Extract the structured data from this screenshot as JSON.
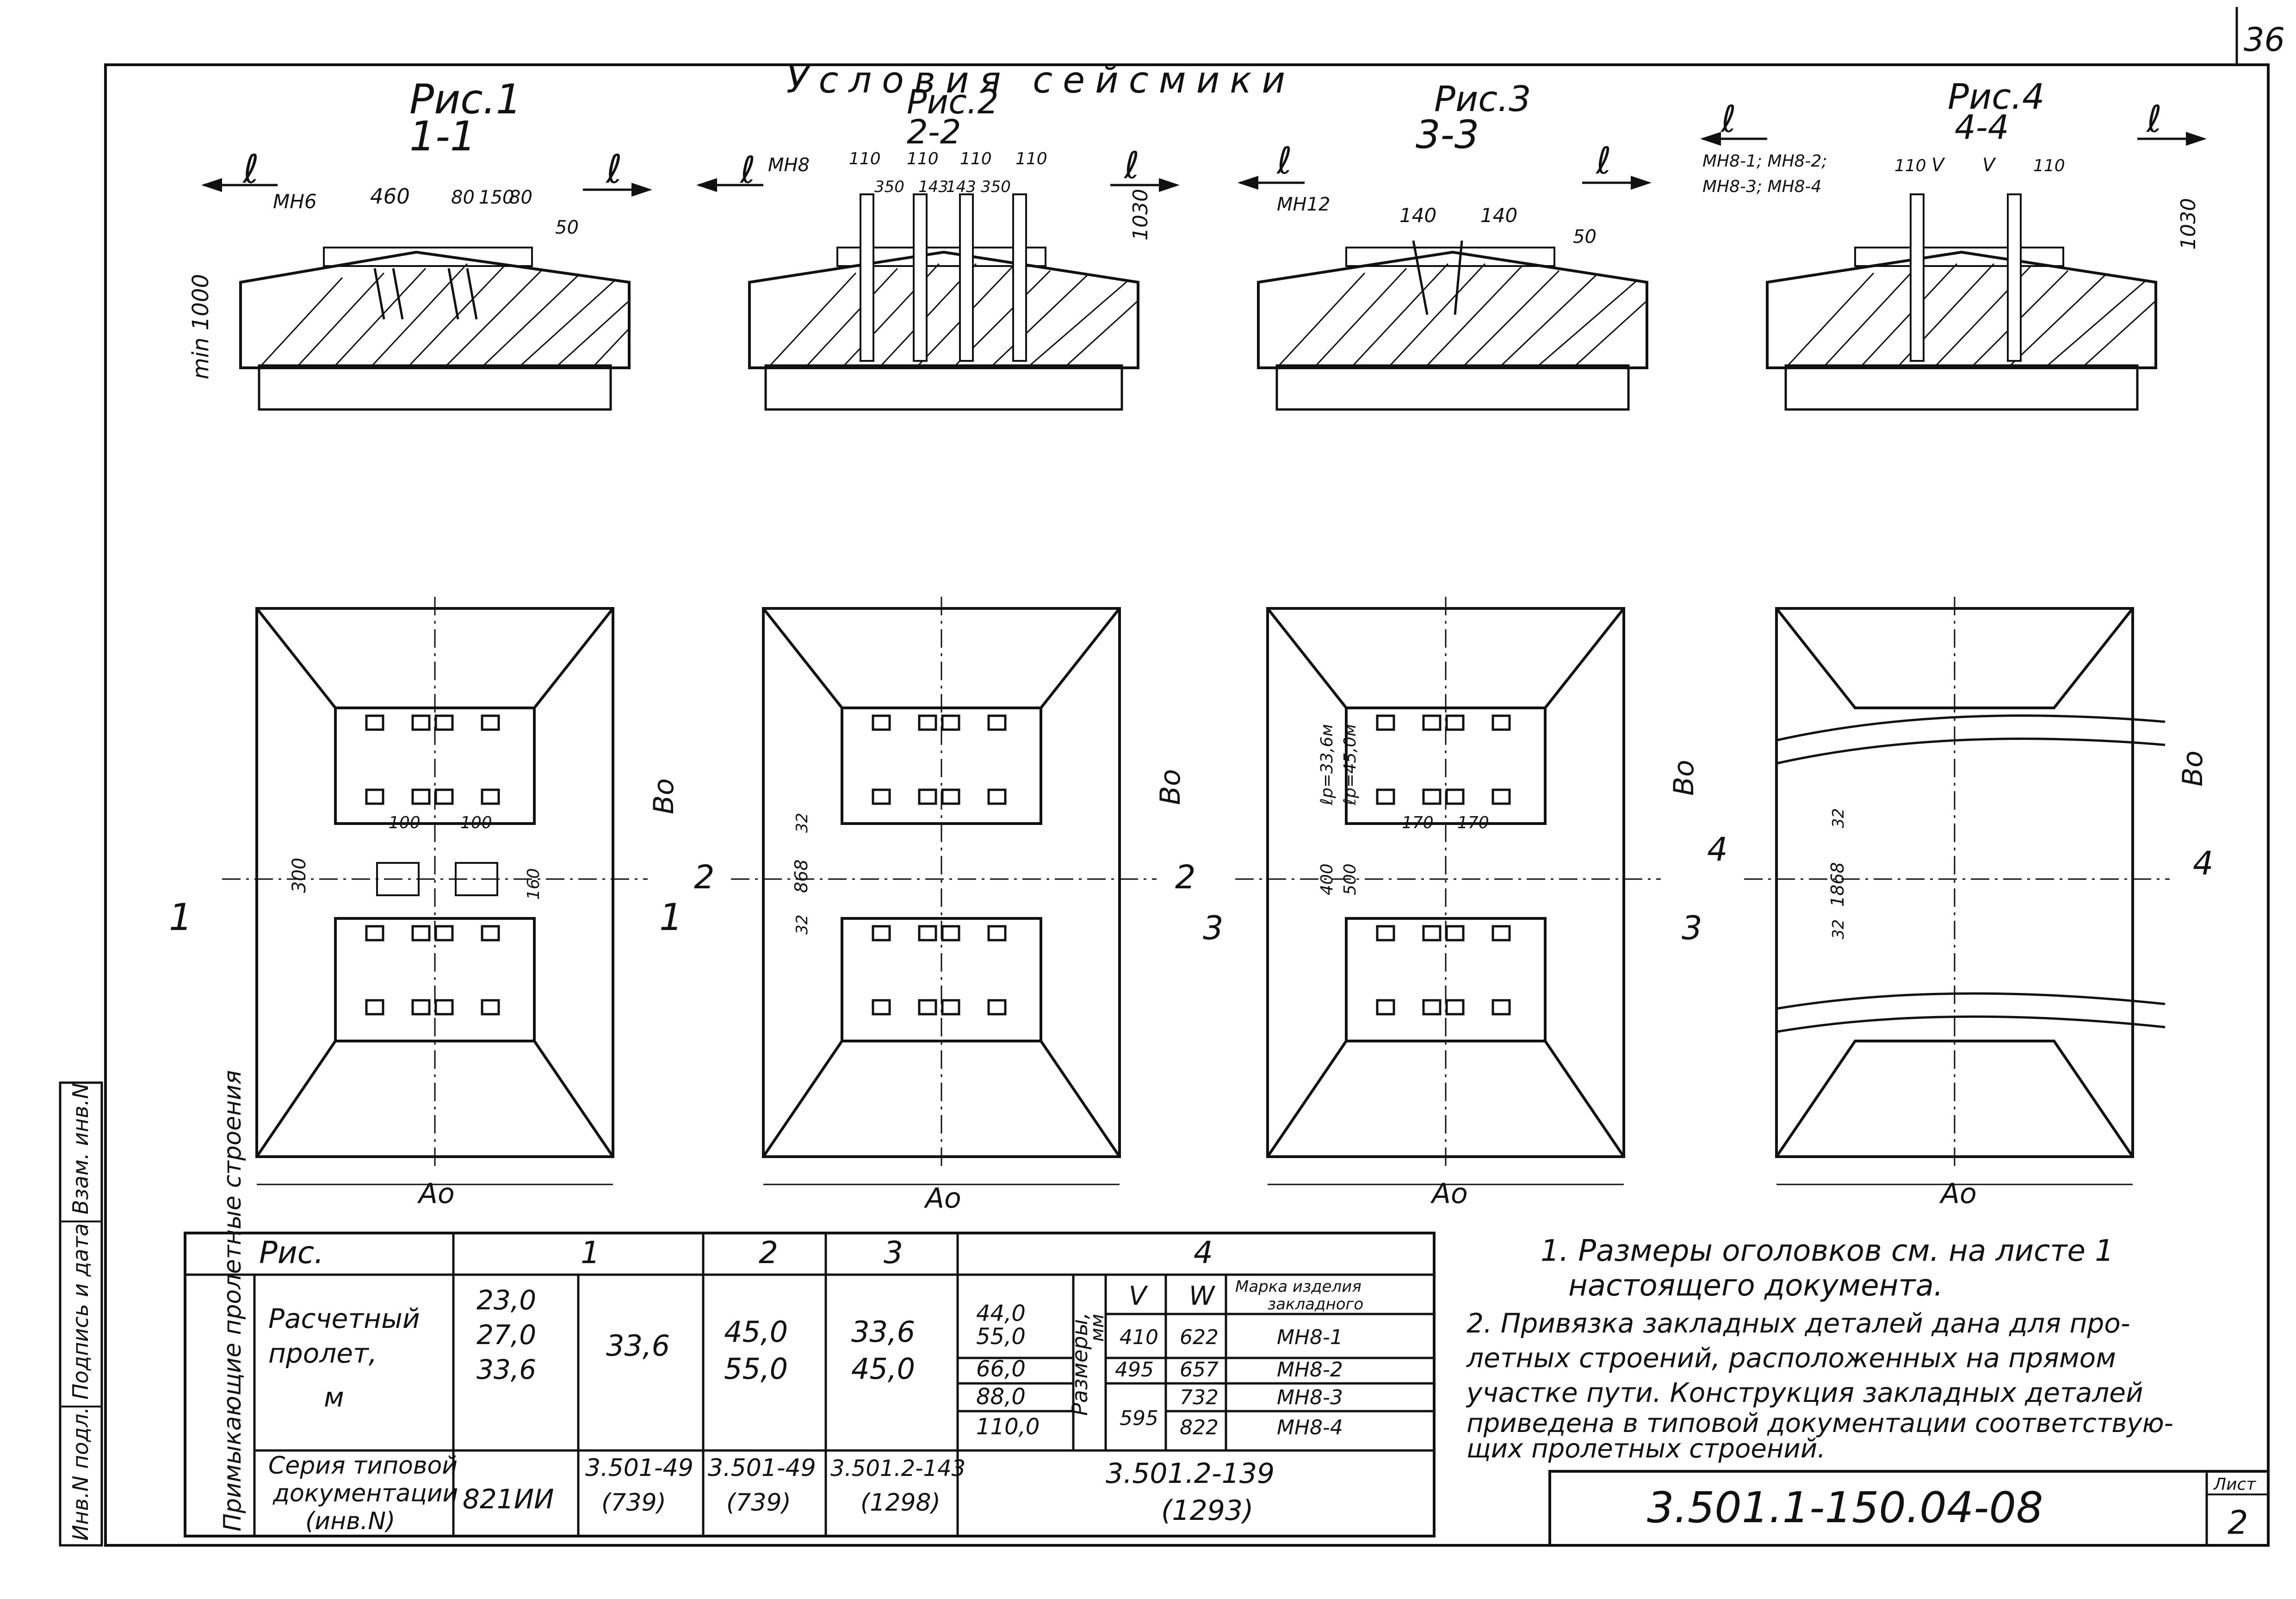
{
  "page_number": "36",
  "header_title": "Условия сейсмики",
  "figures": [
    {
      "title": "Рис.1",
      "section": "1-1",
      "cut_label": "1",
      "embed_label": "МН6",
      "dims": [
        "460",
        "80",
        "150",
        "80",
        "50",
        "min 1000"
      ],
      "plan_dims": [
        "100",
        "100",
        "300",
        "160"
      ]
    },
    {
      "title": "Рис.2",
      "section": "2-2",
      "cut_label": "2",
      "embed_label": "МН8",
      "dims": [
        "110",
        "110",
        "110",
        "110",
        "350",
        "143",
        "143",
        "350",
        "1030"
      ],
      "plan_dims": [
        "32",
        "868",
        "32"
      ]
    },
    {
      "title": "Рис.3",
      "section": "3-3",
      "cut_label": "3",
      "embed_label": "МН12",
      "dims": [
        "140",
        "140",
        "50"
      ],
      "plan_dims": [
        "ℓр=33,6м",
        "ℓр=45,0м",
        "400",
        "500",
        "170",
        "170"
      ]
    },
    {
      "title": "Рис.4",
      "section": "4-4",
      "cut_label": "4",
      "embed_label": "МН8-1; МН8-2;",
      "embed_label2": "МН8-3; МН8-4",
      "dims": [
        "110",
        "V",
        "V",
        "110",
        "1030"
      ],
      "plan_dims": [
        "32",
        "1868",
        "32"
      ]
    }
  ],
  "arrow_label": "ℓ",
  "width_label": "Ао",
  "height_label": "Во",
  "table": {
    "side_header": "Примыкающие пролетные строения",
    "header_fig": "Рис.",
    "col_1": "1",
    "col_2": "2",
    "col_3": "3",
    "col_4": "4",
    "row_span_label": "Расчетный пролет, м",
    "row_span_lines": [
      "Расчетный",
      "пролет,",
      "м"
    ],
    "fig1_spans": [
      "23,0",
      "27,0",
      "33,6"
    ],
    "fig1_span_b": "33,6",
    "fig2_spans": [
      "45,0",
      "55,0"
    ],
    "fig3_spans": [
      "33,6",
      "45,0"
    ],
    "fig4_spans": [
      "44,0",
      "55,0",
      "66,0",
      "88,0",
      "110,0"
    ],
    "size_label": "Размеры, мм",
    "size_label_lines": [
      "Размеры,",
      "мм"
    ],
    "v_header": "V",
    "w_header": "W",
    "mark_header_lines": [
      "Марка изделия",
      "закладного"
    ],
    "v_values": [
      "410",
      "495",
      "595"
    ],
    "w_values": [
      "622",
      "657",
      "732",
      "822"
    ],
    "marks": [
      "МН8-1",
      "МН8-2",
      "МН8-3",
      "МН8-4"
    ],
    "row_doc_lines": [
      "Серия типовой",
      "документации",
      "(инв.N)"
    ],
    "doc_1a": "821ИИ",
    "doc_1b": [
      "3.501-49",
      "(739)"
    ],
    "doc_2": [
      "3.501-49",
      "(739)"
    ],
    "doc_3": [
      "3.501.2-143",
      "(1298)"
    ],
    "doc_4": [
      "3.501.2-139",
      "(1293)"
    ]
  },
  "notes": [
    "1. Размеры оголовков см. на листе 1",
    "настоящего документа.",
    "2. Привязка закладных деталей дана для про-",
    "летных строений, расположенных на прямом",
    "участке пути. Конструкция закладных деталей",
    "приведена в типовой документации соответствую-",
    "щих пролетных строений."
  ],
  "side_stamp": [
    "Инв.N подл.",
    "Подпись и дата",
    "Взам. инв.N"
  ],
  "doc_code": "3.501.1-150.04-08",
  "sheet_label": "Лист",
  "sheet_number": "2"
}
